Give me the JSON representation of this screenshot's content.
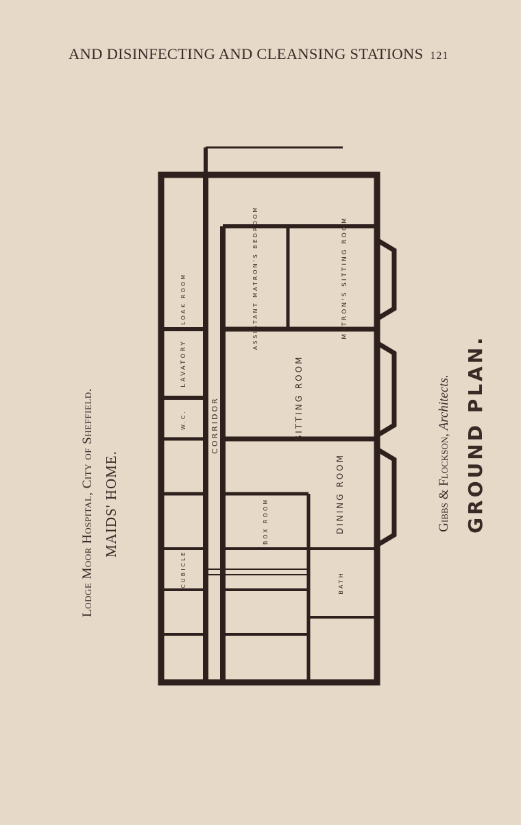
{
  "page_header": {
    "running_title": "AND DISINFECTING AND CLEANSING STATIONS",
    "page_number": "121"
  },
  "plan": {
    "title": "GROUND PLAN.",
    "architects": "Gibbs & Flockson,",
    "architects_suffix": "Architects.",
    "rooms": {
      "sitting_room": "SITTING ROOM",
      "dining_room": "DINING ROOM",
      "matrons_sitting_room": "MATRON'S SITTING ROOM",
      "assistant_matrons_bedroom": "ASSISTANT MATRON'S BEDROOM",
      "corridor": "CORRIDOR",
      "cloak_room": "CLOAK ROOM",
      "lavatory": "LAVATORY",
      "wc": "W.C.",
      "box_room": "BOX ROOM",
      "cubicle": "CUBICLE",
      "bath": "BATH"
    }
  },
  "caption": {
    "title": "MAIDS' HOME.",
    "subtitle": "Lodge Moor Hospital, City of Sheffield."
  }
}
